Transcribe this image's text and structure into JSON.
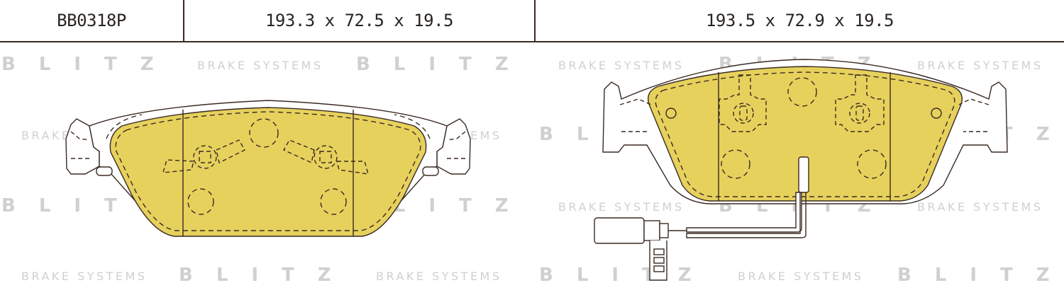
{
  "header": {
    "part_code": "BB0318P",
    "dims_left": "193.3 x 72.5 x 19.5",
    "dims_right": "193.5 x 72.9 x 19.5"
  },
  "watermark": {
    "logo": "BLITZ",
    "tagline": "BRAKE SYSTEMS"
  },
  "colors": {
    "pad_fill": "#e6d15d",
    "outline": "#3a2a22",
    "watermark": "#d0d0d0"
  }
}
